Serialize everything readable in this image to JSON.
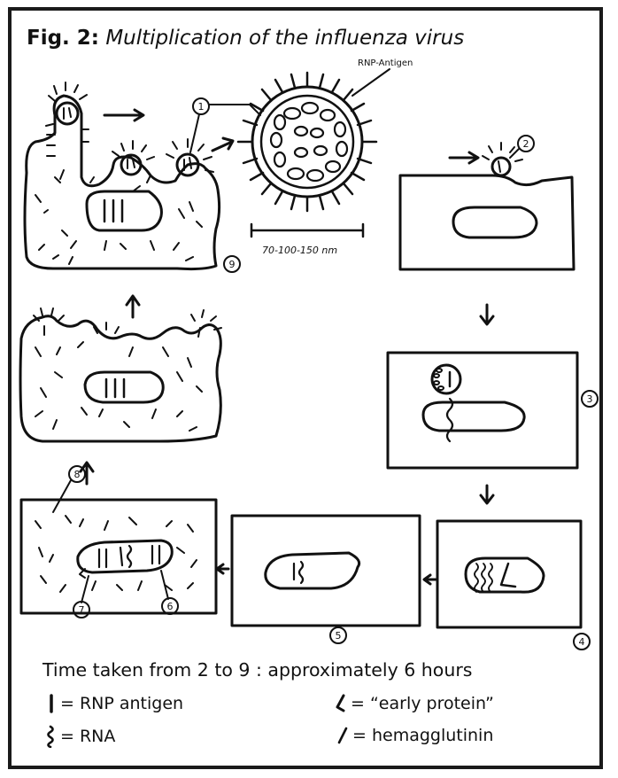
{
  "figure": {
    "number_label": "Fig. 2:",
    "title": "Multiplication of the influenza virus"
  },
  "labels": {
    "rnp_antigen": "RNP-Antigen",
    "scale_bar": "70-100-150 nm"
  },
  "steps": [
    "1",
    "2",
    "3",
    "4",
    "5",
    "6",
    "7",
    "8",
    "9"
  ],
  "time_note": "Time taken from 2 to 9 : approximately 6 hours",
  "legend": [
    {
      "icon": "vertical-bar-icon",
      "text": "= RNP antigen"
    },
    {
      "icon": "hook-stroke-icon",
      "text": "= “early protein”"
    },
    {
      "icon": "squiggle-icon",
      "text": "= RNA"
    },
    {
      "icon": "slash-stroke-icon",
      "text": "= hemagglutinin"
    }
  ]
}
